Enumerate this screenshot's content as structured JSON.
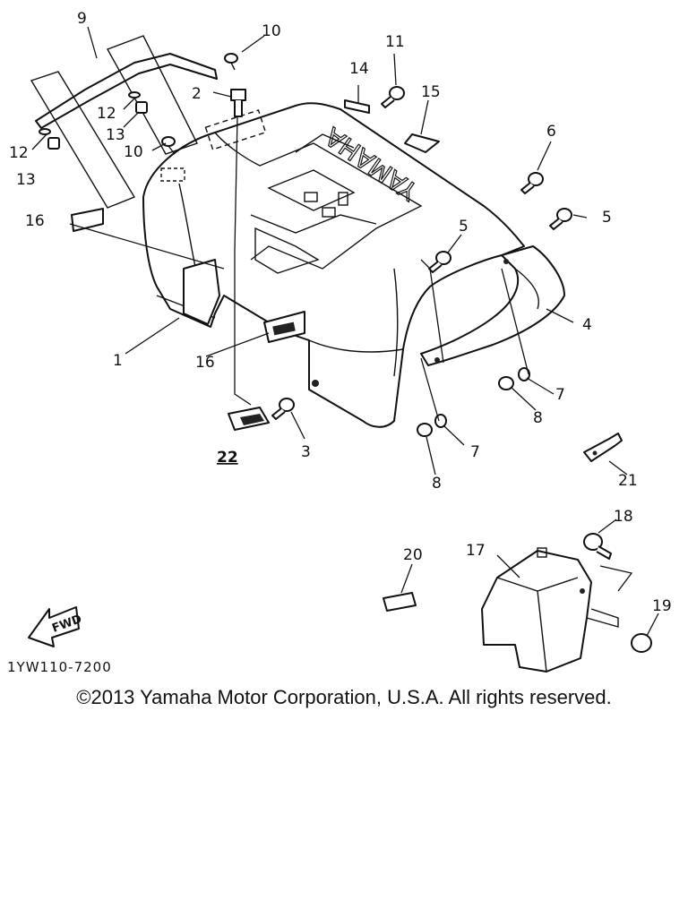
{
  "callouts": {
    "c1": "1",
    "c2": "2",
    "c3": "3",
    "c4": "4",
    "c5a": "5",
    "c5b": "5",
    "c6": "6",
    "c7a": "7",
    "c7b": "7",
    "c8a": "8",
    "c8b": "8",
    "c9": "9",
    "c10a": "10",
    "c10b": "10",
    "c11": "11",
    "c12a": "12",
    "c12b": "12",
    "c13a": "13",
    "c13b": "13",
    "c14": "14",
    "c15": "15",
    "c16a": "16",
    "c16b": "16",
    "c17": "17",
    "c18": "18",
    "c19": "19",
    "c20": "20",
    "c21": "21",
    "c22": "22"
  },
  "fender_text": "YAMAHA",
  "fwd_label": "FWD",
  "drawing_code": "1YW110-7200",
  "copyright": "©2013 Yamaha Motor Corporation, U.S.A. All rights reserved."
}
